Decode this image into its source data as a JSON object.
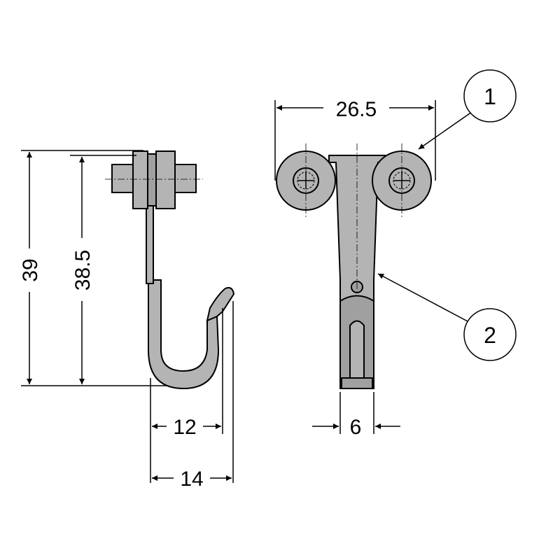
{
  "dimensions": {
    "height_overall": "39",
    "height_inner": "38.5",
    "width_inner": "12",
    "width_outer": "14",
    "plate_width": "26.5",
    "stem_width": "6"
  },
  "callouts": {
    "item1": "1",
    "item2": "2"
  },
  "colors": {
    "part_fill": "#b4b4b4",
    "line": "#000000"
  }
}
